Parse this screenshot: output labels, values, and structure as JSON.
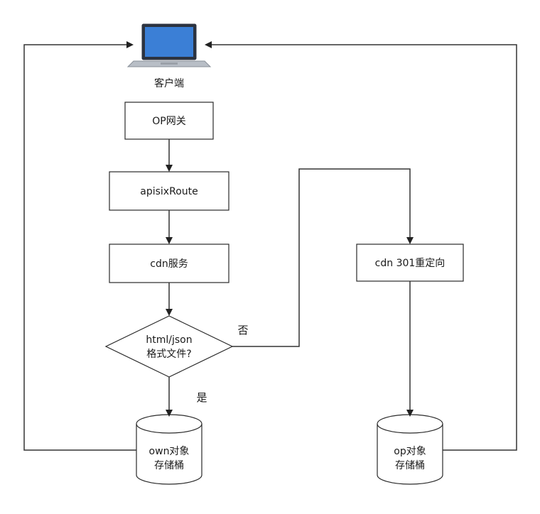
{
  "diagram": {
    "type": "flowchart",
    "client": {
      "label": "客户端",
      "icon": "laptop-icon"
    },
    "nodes": {
      "op_gateway": "OP网关",
      "apisix_route": "apisixRoute",
      "cdn_service": "cdn服务",
      "decision": {
        "line1": "html/json",
        "line2": "格式文件?"
      },
      "cdn_redirect": "cdn 301重定向",
      "own_storage": {
        "line1": "own对象",
        "line2": "存储桶"
      },
      "op_storage": {
        "line1": "op对象",
        "line2": "存储桶"
      }
    },
    "edge_labels": {
      "yes": "是",
      "no": "否"
    },
    "colors": {
      "stroke": "#2a2a2a",
      "line": "#333333",
      "screen": "#3b7fd6",
      "laptop_body": "#b8bec6"
    }
  }
}
